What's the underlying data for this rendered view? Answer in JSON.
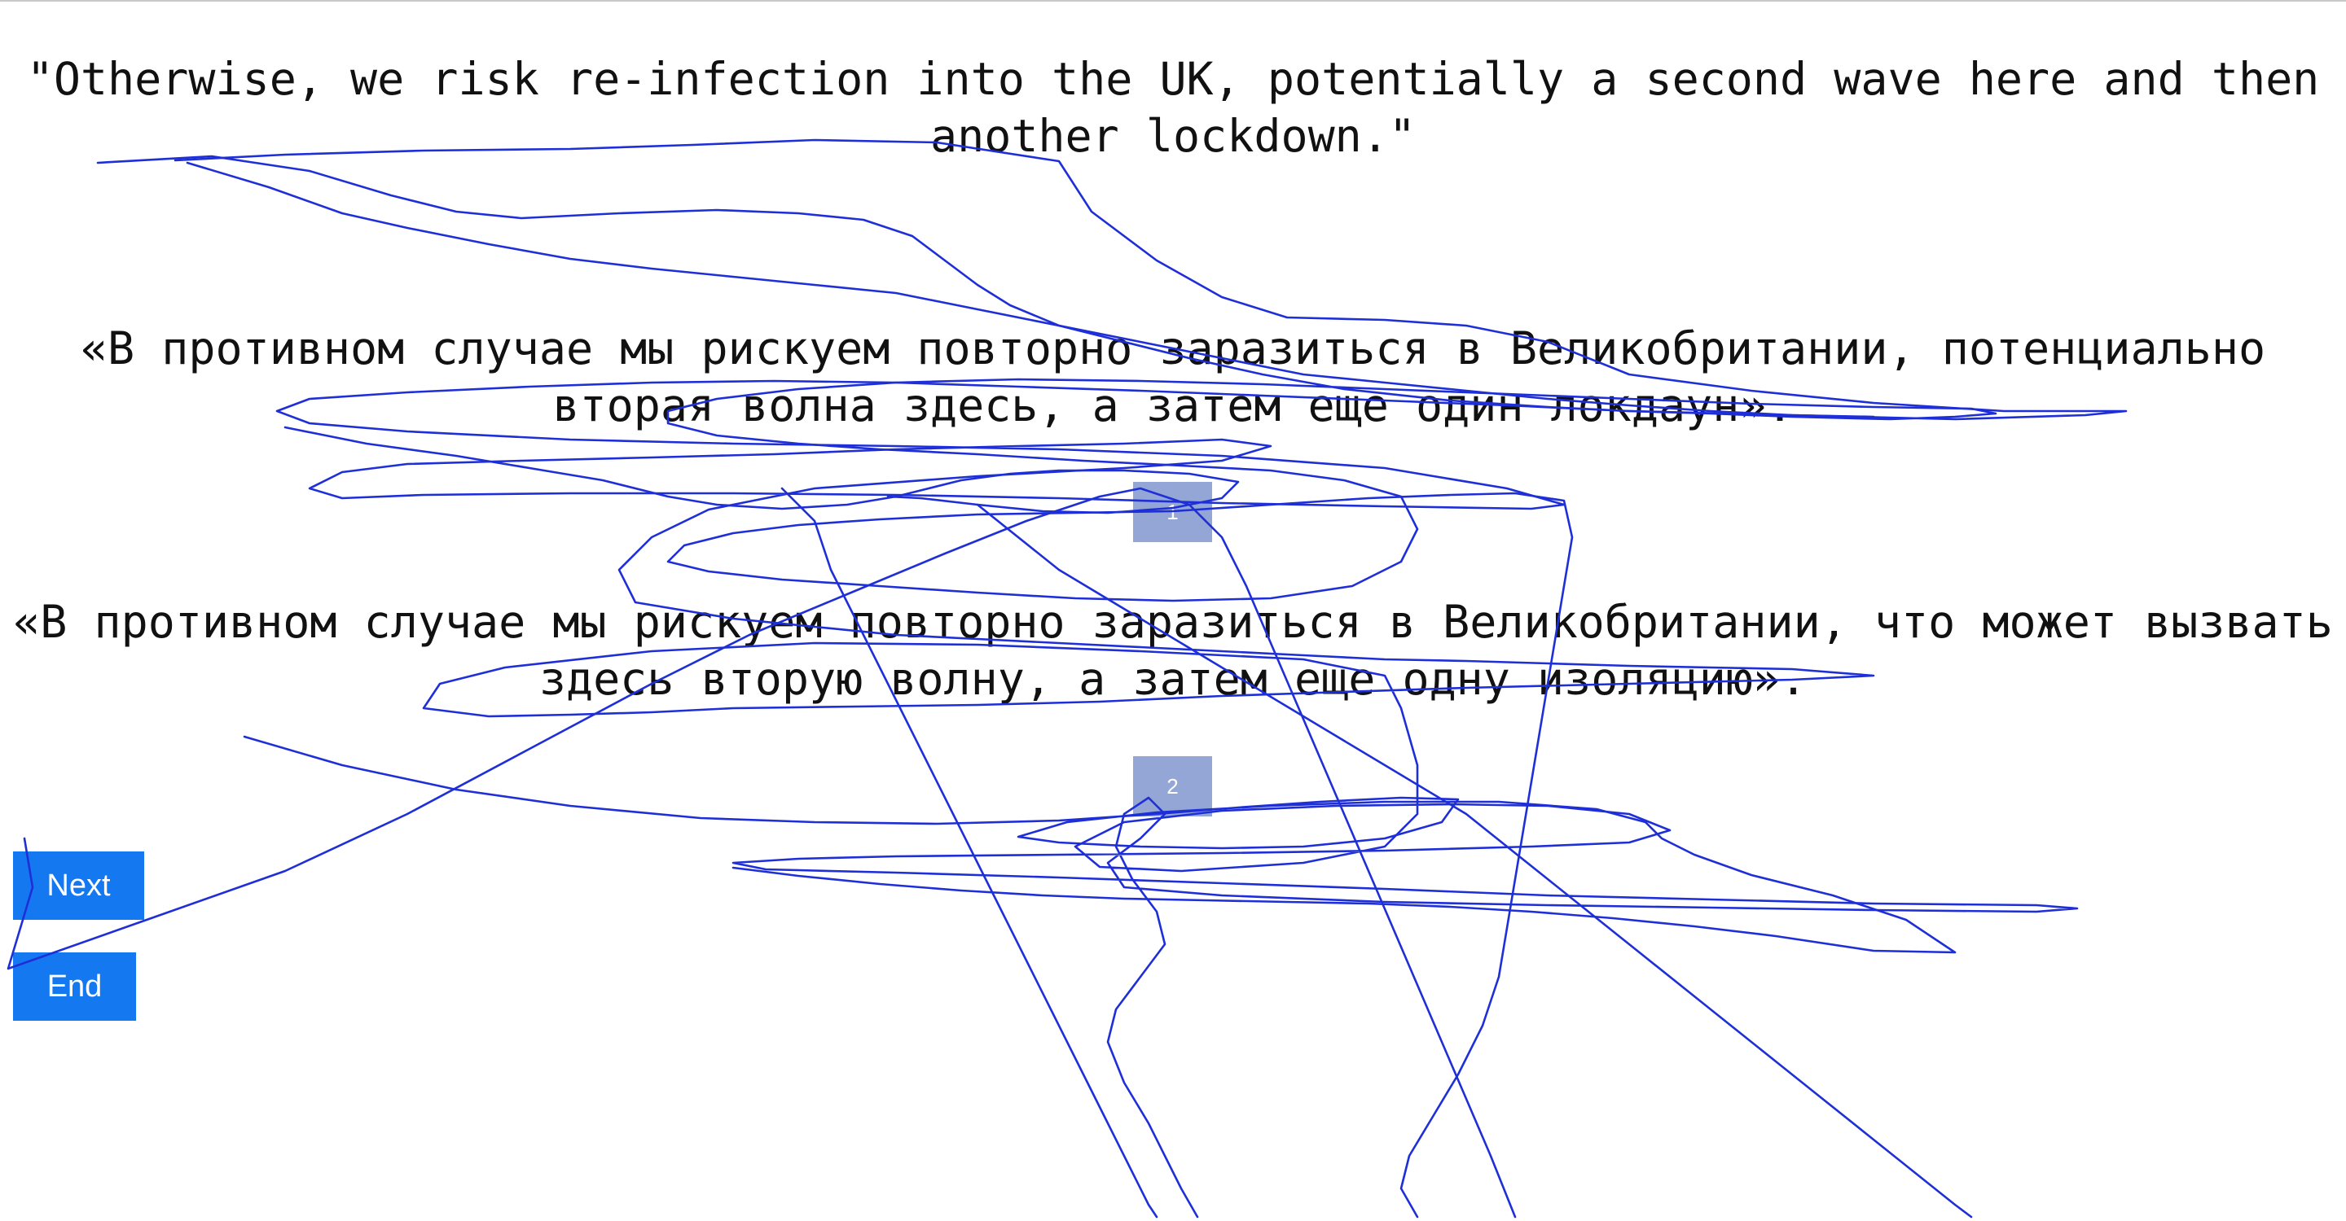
{
  "source": {
    "text": "\"Otherwise, we risk re-infection into the UK, potentially a second wave here and then another lockdown.\""
  },
  "translations": [
    {
      "text": "«В противном случае мы рискуем повторно заразиться в Великобритании, потенциально вторая волна здесь, а затем еще один локдаун».",
      "badge": "1"
    },
    {
      "text": "«В противном случае мы рискуем повторно заразиться в Великобритании, что может вызвать здесь вторую волну, а затем еще одну изоляцию».",
      "badge": "2"
    }
  ],
  "controls": {
    "next_label": "Next",
    "end_label": "End"
  },
  "colors": {
    "button": "#1478f0",
    "badge": "#93a6d6",
    "trail": "#1f2fd8"
  }
}
